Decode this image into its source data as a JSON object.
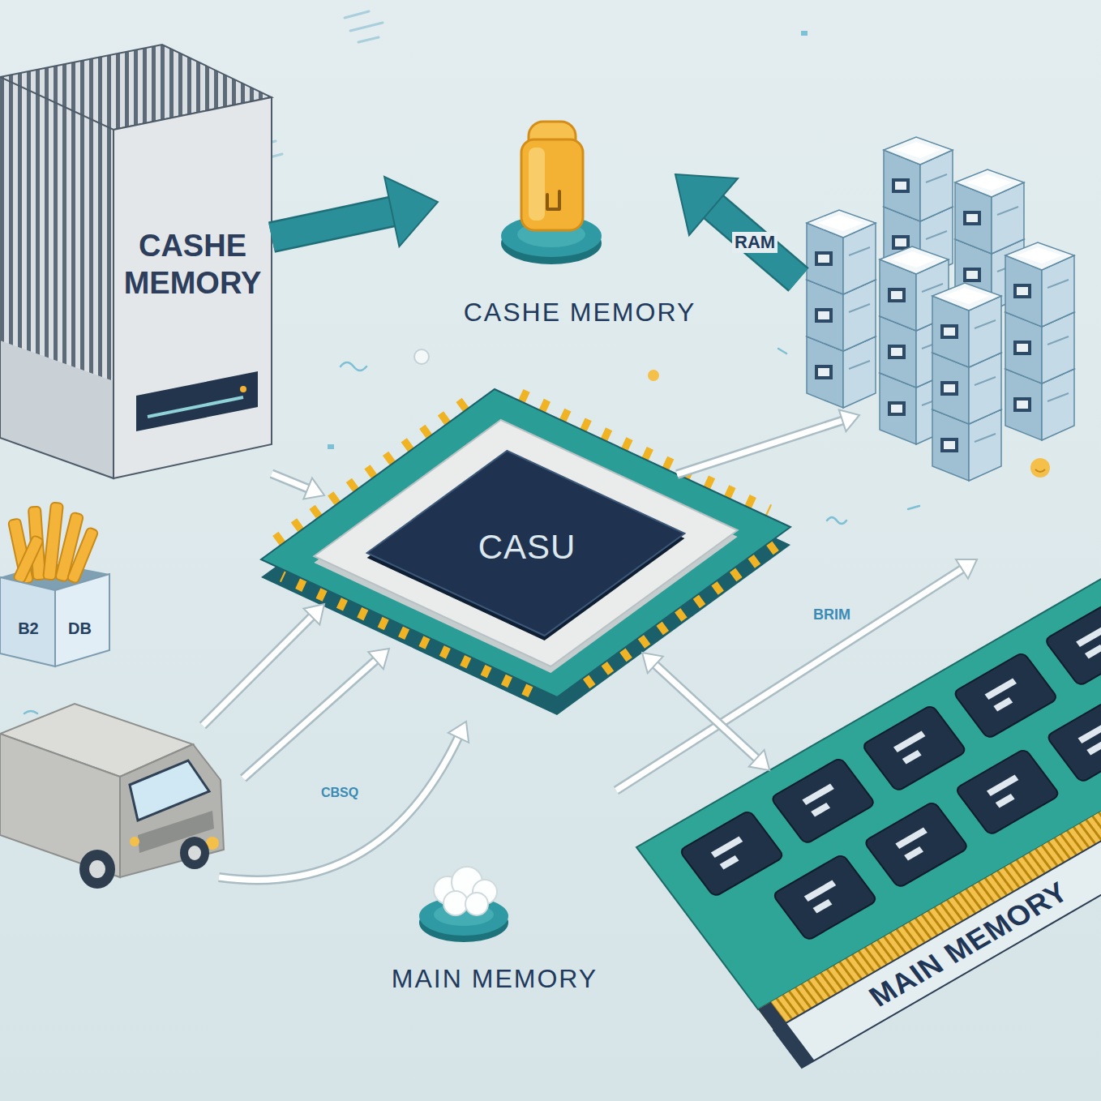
{
  "diagram": {
    "nodes": [
      {
        "text": [
          "CASHE MEMORY"
        ]
      },
      {
        "text": [
          "CASHE MEMORY"
        ]
      },
      {
        "text": [
          "CASU"
        ]
      },
      {
        "text": [
          "B2",
          "DB"
        ]
      },
      {
        "text": [
          "MAIN MEMORY"
        ]
      },
      {
        "text": [
          "MAIN MEMORY"
        ]
      }
    ],
    "edges": [
      {
        "from": 0,
        "to": 1,
        "arrow": "to"
      },
      {
        "from": 0,
        "to": 2,
        "arrow": "to"
      },
      {
        "from": 2,
        "to": 4,
        "arrow": "both"
      }
    ],
    "labels": [
      "RAM",
      "BRIM",
      "CBSQ"
    ]
  }
}
